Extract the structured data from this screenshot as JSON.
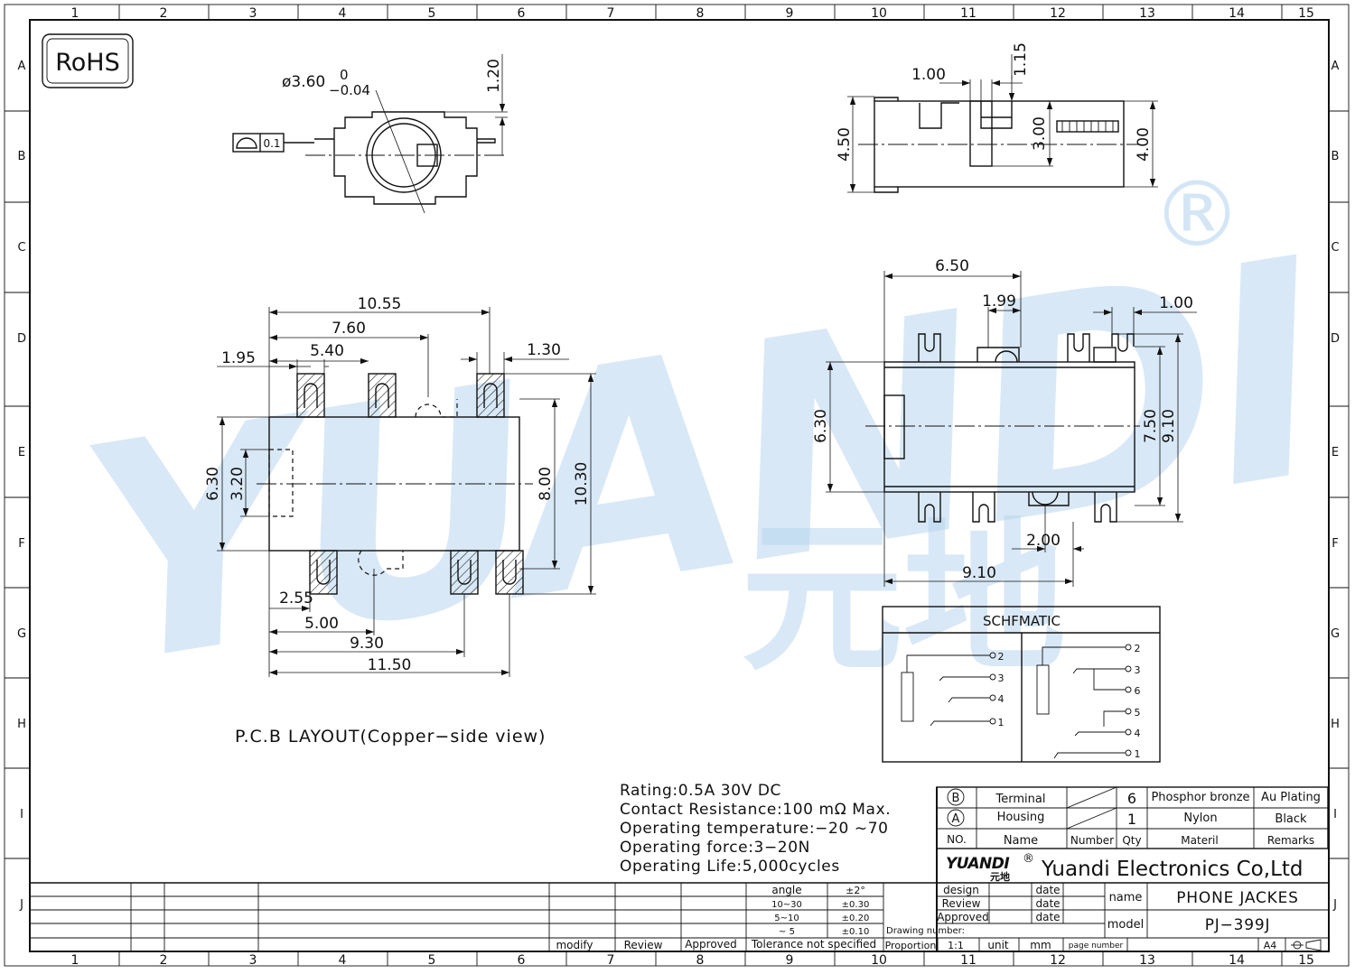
{
  "grid": {
    "columns": [
      "1",
      "2",
      "3",
      "4",
      "5",
      "6",
      "7",
      "8",
      "9",
      "10",
      "11",
      "12",
      "13",
      "14",
      "15"
    ],
    "rows": [
      "A",
      "B",
      "C",
      "D",
      "E",
      "F",
      "G",
      "H",
      "I",
      "J"
    ]
  },
  "rohs": "RoHS",
  "watermark": {
    "latin": "YUANDI",
    "cjk": "元地",
    "registered": "®"
  },
  "top_left_view": {
    "dia": "ø3.60",
    "tol_upper": "0",
    "tol_lower": "−0.04",
    "dim_right": "1.20",
    "flatness_value": "0.1"
  },
  "top_right_view": {
    "dims": {
      "d100": "1.00",
      "d115": "1.15",
      "d450": "4.50",
      "d300": "3.00",
      "d400": "4.00"
    }
  },
  "pcb_layout": {
    "dims": {
      "d1055": "10.55",
      "d760": "7.60",
      "d540": "5.40",
      "d195": "1.95",
      "d130": "1.30",
      "d630": "6.30",
      "d320": "3.20",
      "d800": "8.00",
      "d1030": "10.30",
      "d255": "2.55",
      "d500": "5.00",
      "d930": "9.30",
      "d1150": "11.50"
    },
    "caption": "P.C.B LAYOUT(Copper−side view)"
  },
  "side_view": {
    "dims": {
      "d650": "6.50",
      "d199": "1.99",
      "d100": "1.00",
      "d630": "6.30",
      "d750": "7.50",
      "d910v": "9.10",
      "d200": "2.00",
      "d910h": "9.10"
    }
  },
  "schematic": {
    "title": "SCHFMATIC",
    "left_pins": [
      "2",
      "3",
      "4",
      "1"
    ],
    "right_pins": [
      "2",
      "3",
      "6",
      "5",
      "4",
      "1"
    ]
  },
  "specs": [
    "Rating:0.5A  30V DC",
    "Contact Resistance:100 mΩ  Max.",
    "Operating  temperature:−20  ~70",
    "Operating  force:3−20N",
    "Operating  Life:5,000cycles"
  ],
  "bom": {
    "rows": [
      {
        "no": "B",
        "name": "Terminal",
        "qty": "6",
        "material": "Phosphor bronze",
        "remarks": "Au Plating"
      },
      {
        "no": "A",
        "name": "Housing",
        "qty": "1",
        "material": "Nylon",
        "remarks": "Black"
      }
    ],
    "header": {
      "no": "NO.",
      "name": "Name",
      "number": "Number",
      "qty": "Qty",
      "material": "Materil",
      "remarks": "Remarks"
    }
  },
  "title_block": {
    "logo": "YUANDI",
    "logo_sub": "元地",
    "logo_reg": "®",
    "company": "Yuandi Electronics Co,Ltd",
    "design": "design",
    "review": "Review",
    "approved": "Approved",
    "date": "date",
    "name_label": "name",
    "name_value": "PHONE  JACKES",
    "model_label": "model",
    "model_value": "PJ−399J",
    "drawing_number": "Drawing number:",
    "proportion": "Proportion",
    "ratio": "1:1",
    "unit": "unit",
    "unit_value": "mm",
    "page_number": "page number",
    "paper": "A4",
    "tolerance": [
      {
        "range": "angle",
        "value": "±2°"
      },
      {
        "range": "10~30",
        "value": "±0.30"
      },
      {
        "range": "5~10",
        "value": "±0.20"
      },
      {
        "range": "~ 5",
        "value": "±0.10"
      }
    ],
    "tolerance_label": "Tolerance  not  specified",
    "revision": {
      "modify": "modify",
      "review": "Review",
      "approved": "Approved"
    }
  }
}
